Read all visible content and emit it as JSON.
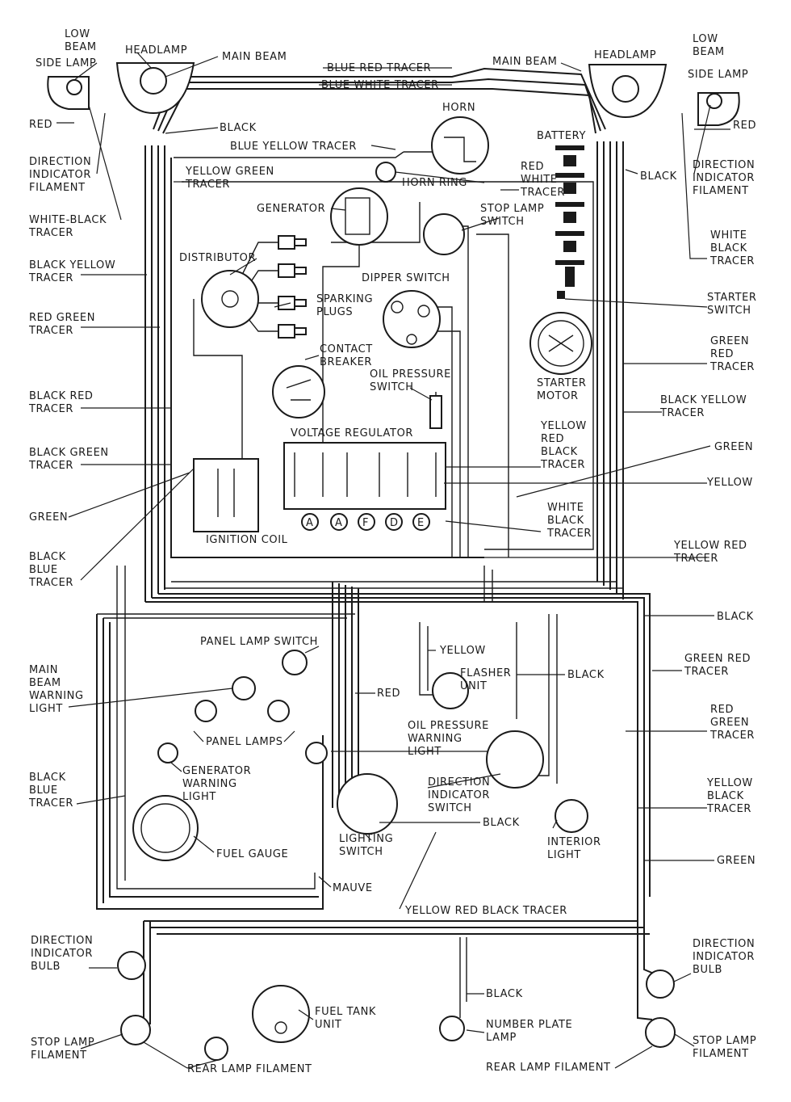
{
  "labels": {
    "low_beam_l": "LOW\nBEAM",
    "headlamp_l": "HEADLAMP",
    "side_lamp_l": "SIDE LAMP",
    "main_beam_l": "MAIN BEAM",
    "red_l": "RED",
    "black_top_l": "BLACK",
    "direction_indicator_filament_l": "DIRECTION\nINDICATOR\nFILAMENT",
    "white_black_tracer_l": "WHITE-BLACK\nTRACER",
    "black_yellow_tracer_l": "BLACK YELLOW\nTRACER",
    "red_green_tracer_l": "RED GREEN\nTRACER",
    "black_red_tracer_l": "BLACK RED\nTRACER",
    "black_green_tracer_l": "BLACK GREEN\nTRACER",
    "green_l": "GREEN",
    "black_blue_tracer_l": "BLACK\nBLUE\nTRACER",
    "blue_red_tracer": "BLUE RED TRACER",
    "blue_white_tracer": "BLUE WHITE TRACER",
    "blue_yellow_tracer": "BLUE YELLOW TRACER",
    "yellow_green_tracer": "YELLOW GREEN\nTRACER",
    "horn": "HORN",
    "horn_ring": "HORN RING",
    "generator": "GENERATOR",
    "distributor": "DISTRIBUTOR",
    "sparking_plugs": "SPARKING\nPLUGS",
    "contact_breaker": "CONTACT\nBREAKER",
    "dipper_switch": "DIPPER SWITCH",
    "oil_pressure_switch": "OIL PRESSURE\nSWITCH",
    "voltage_regulator": "VOLTAGE REGULATOR",
    "ignition_coil": "IGNITION COIL",
    "battery": "BATTERY",
    "red_white_tracer": "RED\nWHITE\nTRACER",
    "stop_lamp_switch": "STOP LAMP\nSWITCH",
    "starter_motor": "STARTER\nMOTOR",
    "yellow_red_black_tracer_c": "YELLOW\nRED\nBLACK\nTRACER",
    "white_black_tracer_c": "WHITE\nBLACK\nTRACER",
    "main_beam_r": "MAIN BEAM",
    "headlamp_r": "HEADLAMP",
    "low_beam_r": "LOW\nBEAM",
    "side_lamp_r": "SIDE LAMP",
    "red_r": "RED",
    "black_r": "BLACK",
    "direction_indicator_filament_r": "DIRECTION\nINDICATOR\nFILAMENT",
    "white_black_tracer_r": "WHITE\nBLACK\nTRACER",
    "starter_switch": "STARTER\nSWITCH",
    "green_red_tracer_r": "GREEN\nRED\nTRACER",
    "black_yellow_tracer_r": "BLACK YELLOW\nTRACER",
    "green_r": "GREEN",
    "yellow_r": "YELLOW",
    "yellow_red_tracer_r": "YELLOW RED\nTRACER",
    "black_mid_r": "BLACK",
    "green_red_tracer_r2": "GREEN RED\nTRACER",
    "red_green_tracer_r": "RED\nGREEN\nTRACER",
    "yellow_black_tracer_r": "YELLOW\nBLACK\nTRACER",
    "green_r2": "GREEN",
    "panel_lamp_switch": "PANEL LAMP SWITCH",
    "yellow_mid": "YELLOW",
    "flasher_unit": "FLASHER\nUNIT",
    "black_flasher": "BLACK",
    "main_beam_warning_light": "MAIN\nBEAM\nWARNING\nLIGHT",
    "red_mid": "RED",
    "oil_pressure_warning_light": "OIL PRESSURE\nWARNING\nLIGHT",
    "panel_lamps": "PANEL LAMPS",
    "generator_warning_light": "GENERATOR\nWARNING\nLIGHT",
    "black_blue_tracer_l2": "BLACK\nBLUE\nTRACER",
    "direction_indicator_switch": "DIRECTION\nINDICATOR\nSWITCH",
    "lighting_switch": "LIGHTING\nSWITCH",
    "black_lower": "BLACK",
    "interior_light": "INTERIOR\nLIGHT",
    "fuel_gauge": "FUEL GAUGE",
    "mauve": "MAUVE",
    "yellow_red_black_tracer_bottom": "YELLOW RED BLACK TRACER",
    "direction_indicator_bulb_l": "DIRECTION\nINDICATOR\nBULB",
    "direction_indicator_bulb_r": "DIRECTION\nINDICATOR\nBULB",
    "fuel_tank_unit": "FUEL TANK\nUNIT",
    "black_rear": "BLACK",
    "number_plate_lamp": "NUMBER PLATE\nLAMP",
    "stop_lamp_filament_l": "STOP LAMP\nFILAMENT",
    "stop_lamp_filament_r": "STOP LAMP\nFILAMENT",
    "rear_lamp_filament_l": "REAR LAMP FILAMENT",
    "rear_lamp_filament_r": "REAR LAMP FILAMENT"
  },
  "regulator_terminals": [
    "A",
    "A",
    "F",
    "D",
    "E"
  ]
}
